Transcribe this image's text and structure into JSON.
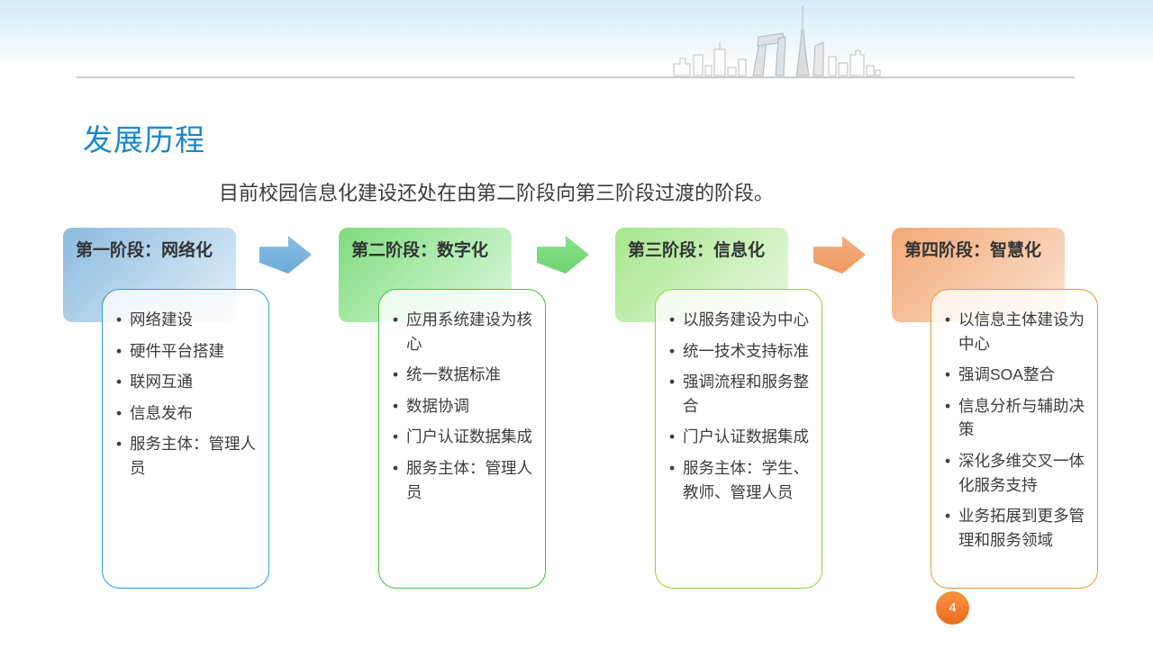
{
  "slide": {
    "title": "发展历程",
    "subtitle": "目前校园信息化建设还处在由第二阶段向第三阶段过渡的阶段。",
    "page_number": "4"
  },
  "colors": {
    "title_blue": "#1a87ce",
    "stage_fills": [
      "#8cbade",
      "#7edb7e",
      "#a5e68c",
      "#f2a977"
    ],
    "panel_borders": [
      "#2e9ad7",
      "#3fc53f",
      "#93d430",
      "#e69b2e"
    ],
    "arrows": [
      "#76b3df",
      "#7fdc7f",
      "#f2a26e"
    ],
    "page_badge_orange": "#ee7723"
  },
  "stages": [
    {
      "title": "第一阶段：网络化",
      "items": [
        "网络建设",
        "硬件平台搭建",
        "联网互通",
        "信息发布",
        "服务主体：管理人员"
      ]
    },
    {
      "title": "第二阶段：数字化",
      "items": [
        "应用系统建设为核心",
        "统一数据标准",
        "数据协调",
        "门户认证数据集成",
        "服务主体：管理人员"
      ]
    },
    {
      "title": "第三阶段：信息化",
      "items": [
        "以服务建设为中心",
        "统一技术支持标准",
        "强调流程和服务整合",
        "门户认证数据集成",
        "服务主体：学生、教师、管理人员"
      ]
    },
    {
      "title": "第四阶段：智慧化",
      "items": [
        "以信息主体建设为中心",
        "强调SOA整合",
        "信息分析与辅助决策",
        "深化多维交叉一体化服务支持",
        "业务拓展到更多管理和服务领域"
      ]
    }
  ]
}
